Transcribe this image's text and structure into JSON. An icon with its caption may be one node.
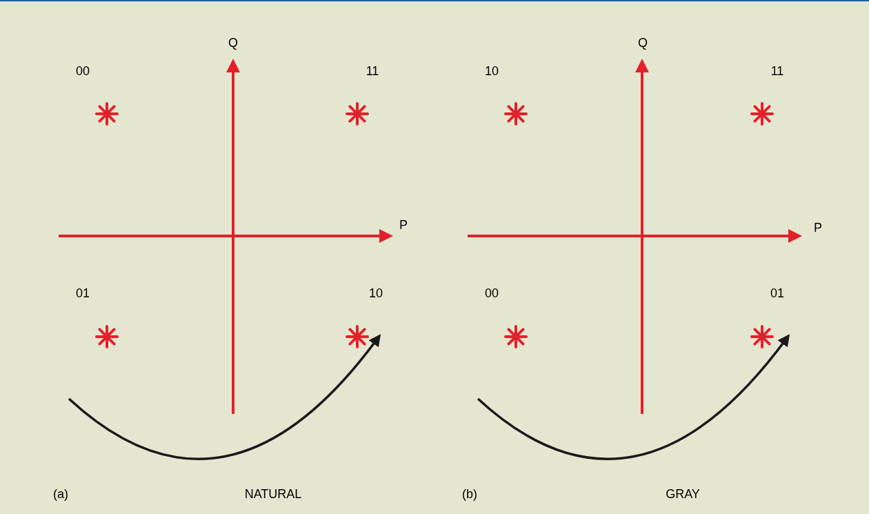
{
  "diagram": {
    "nodes": [
      {
        "text": [],
        "shape": "star",
        "beside": [
          "00"
        ]
      },
      {
        "text": [],
        "shape": "star",
        "beside": [
          "11"
        ]
      },
      {
        "text": [],
        "shape": "star",
        "beside": [
          "01"
        ]
      },
      {
        "text": [],
        "shape": "star",
        "beside": [
          "10"
        ]
      },
      {
        "text": [],
        "shape": "star",
        "beside": [
          "10"
        ]
      },
      {
        "text": [],
        "shape": "star",
        "beside": [
          "11"
        ]
      },
      {
        "text": [],
        "shape": "star",
        "beside": [
          "00"
        ]
      },
      {
        "text": [],
        "shape": "star",
        "beside": [
          "01"
        ]
      }
    ],
    "edges": [],
    "labels": [
      "Q",
      "P",
      "(a)",
      "NATURAL",
      "Q",
      "P",
      "(b)",
      "GRAY"
    ]
  }
}
